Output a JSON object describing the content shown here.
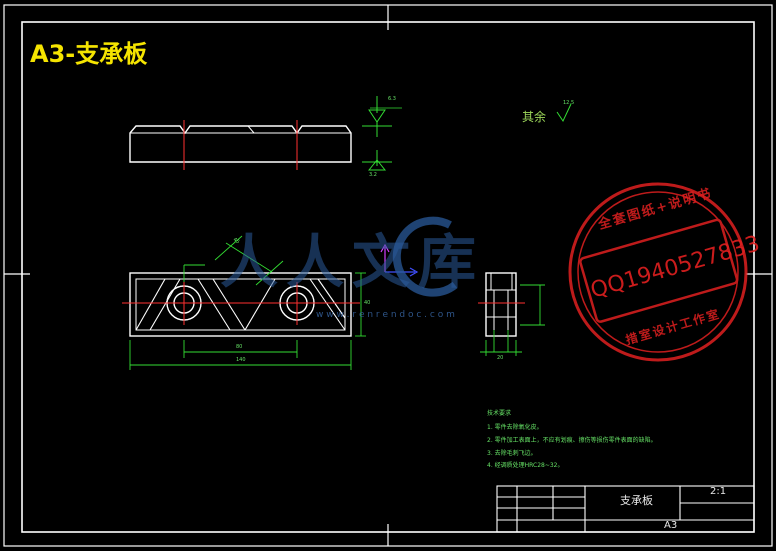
{
  "sheet_label": "A3-支承板",
  "surface_finish_note": "其余",
  "surface_finish_value": "12.5",
  "roughness_top": "6.3",
  "roughness_bottom": "3.2",
  "dimensions": {
    "length_overall": "140",
    "hole_spacing": "80",
    "height": "40",
    "slot_length": "45",
    "thickness": "20"
  },
  "tech_requirements": {
    "heading": "技术要求",
    "items": [
      "1. 零件去除氧化皮。",
      "2. 零件加工表面上，不应有划痕、擦伤等损伤零件表面的缺陷。",
      "3. 去除毛刺飞边。",
      "4. 经调质处理HRC28~32。"
    ]
  },
  "title_block": {
    "part_name": "支承板",
    "scale": "2:1",
    "sheet_size": "A3"
  },
  "watermark": {
    "brand": "人人文库",
    "url": "w w w . r e n r e n d o c . c o m"
  },
  "stamp": {
    "top_text": "全套图纸+说明书",
    "qq": "QQ1940527833",
    "bottom_text": "措室设计工作室"
  },
  "colors": {
    "frame": "#ffffff",
    "dimension": "#33dd33",
    "centerline": "#ff3030",
    "title_tag": "#f5e400",
    "stamp": "#e02020",
    "watermark": "#2a5a9a"
  }
}
